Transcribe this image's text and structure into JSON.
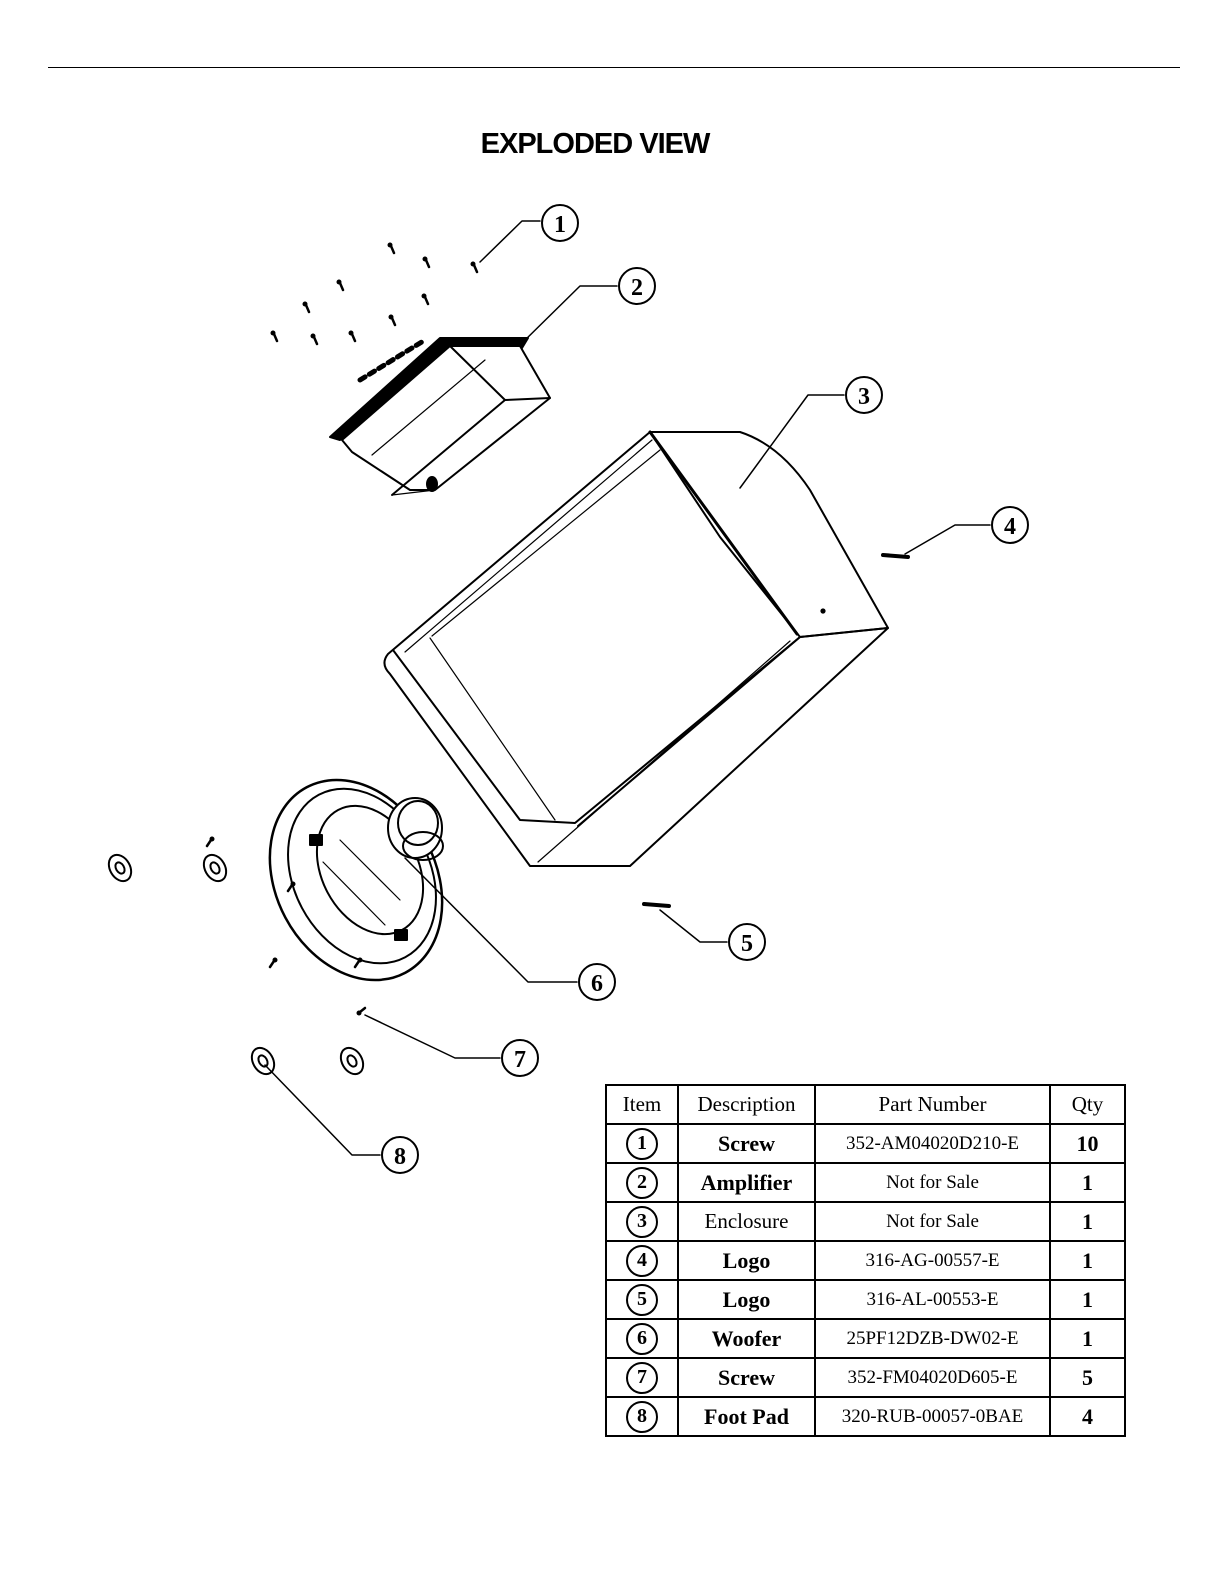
{
  "title": "EXPLODED VIEW",
  "callouts": [
    "1",
    "2",
    "3",
    "4",
    "5",
    "6",
    "7",
    "8"
  ],
  "table": {
    "headers": [
      "Item",
      "Description",
      "Part Number",
      "Qty"
    ],
    "rows": [
      {
        "item": "1",
        "description": "Screw",
        "part_number": "352-AM04020D210-E",
        "qty": "10",
        "bold": true
      },
      {
        "item": "2",
        "description": "Amplifier",
        "part_number": "Not for Sale",
        "qty": "1",
        "bold": true
      },
      {
        "item": "3",
        "description": "Enclosure",
        "part_number": "Not for Sale",
        "qty": "1",
        "bold": false
      },
      {
        "item": "4",
        "description": "Logo",
        "part_number": "316-AG-00557-E",
        "qty": "1",
        "bold": true
      },
      {
        "item": "5",
        "description": "Logo",
        "part_number": "316-AL-00553-E",
        "qty": "1",
        "bold": true
      },
      {
        "item": "6",
        "description": "Woofer",
        "part_number": "25PF12DZB-DW02-E",
        "qty": "1",
        "bold": true
      },
      {
        "item": "7",
        "description": "Screw",
        "part_number": "352-FM04020D605-E",
        "qty": "5",
        "bold": true
      },
      {
        "item": "8",
        "description": "Foot Pad",
        "part_number": "320-RUB-00057-0BAE",
        "qty": "4",
        "bold": true
      }
    ]
  }
}
